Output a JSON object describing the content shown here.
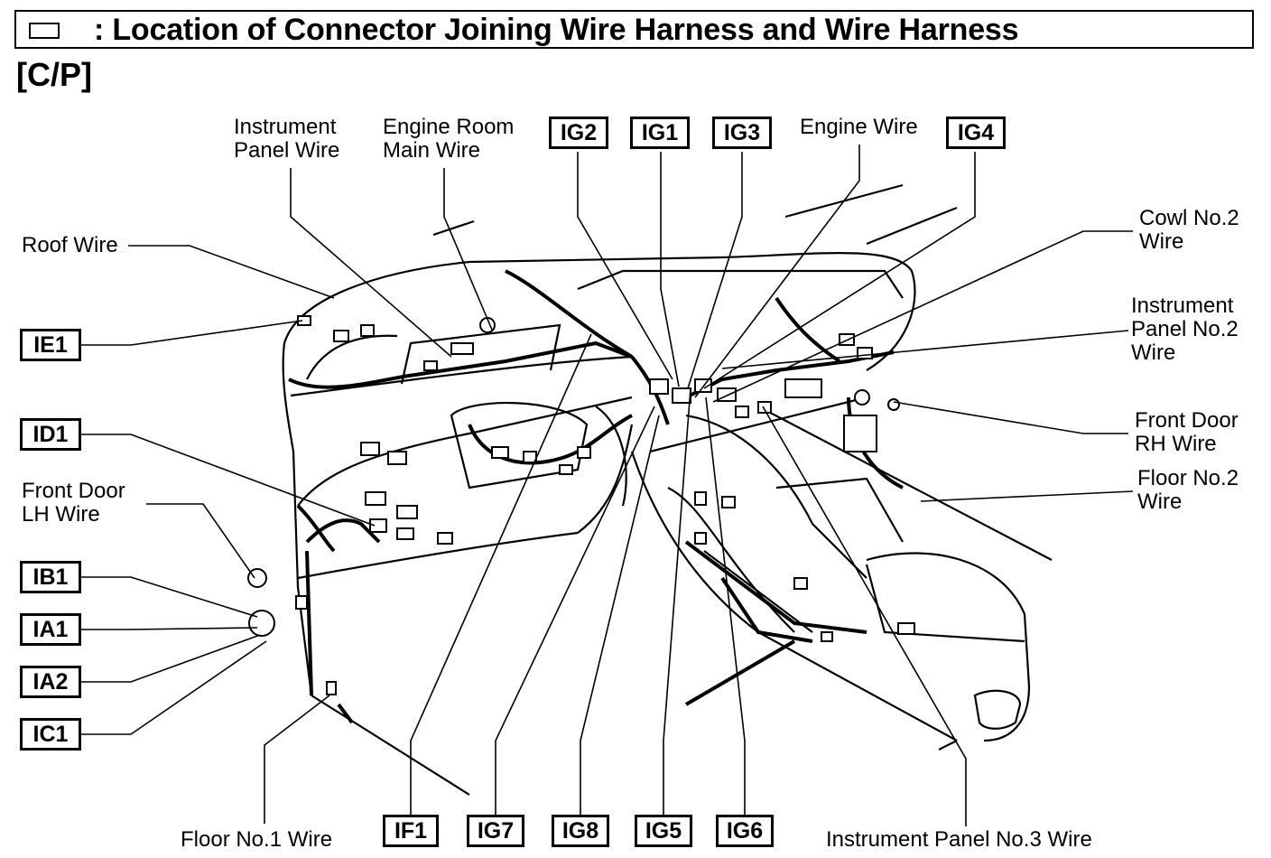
{
  "title": ": Location of Connector Joining Wire Harness and Wire Harness",
  "subtitle": "[C/P]",
  "labels": {
    "instrument_panel_wire": "Instrument\nPanel Wire",
    "engine_room_main_wire": "Engine Room\nMain Wire",
    "engine_wire": "Engine Wire",
    "roof_wire": "Roof Wire",
    "cowl_no2_wire": "Cowl No.2\nWire",
    "instrument_panel_no2_wire": "Instrument\nPanel No.2\nWire",
    "front_door_rh_wire": "Front Door\nRH Wire",
    "floor_no2_wire": "Floor No.2\nWire",
    "front_door_lh_wire": "Front Door\nLH Wire",
    "floor_no1_wire": "Floor No.1 Wire",
    "instrument_panel_no3_wire": "Instrument Panel No.3 Wire"
  },
  "connectors": {
    "ig2": "IG2",
    "ig1": "IG1",
    "ig3": "IG3",
    "ig4": "IG4",
    "ie1": "IE1",
    "id1": "ID1",
    "ib1": "IB1",
    "ia1": "IA1",
    "ia2": "IA2",
    "ic1": "IC1",
    "if1": "IF1",
    "ig7": "IG7",
    "ig8": "IG8",
    "ig5": "IG5",
    "ig6": "IG6"
  }
}
